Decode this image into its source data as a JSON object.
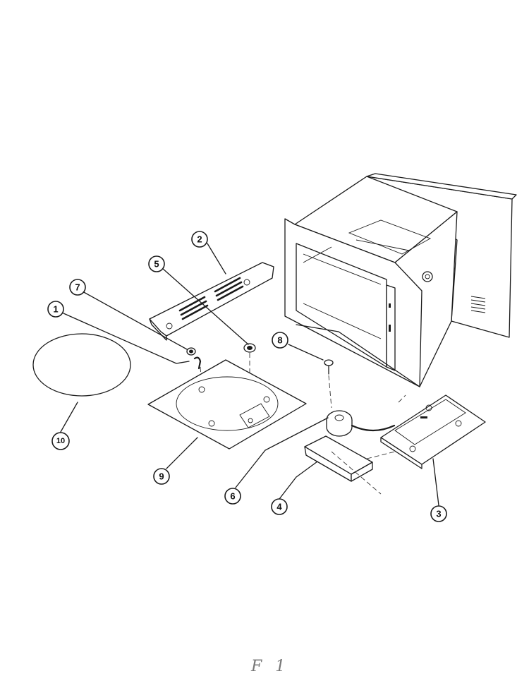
{
  "figure_label": "F 1",
  "callouts": [
    {
      "id": "1",
      "label": "1"
    },
    {
      "id": "2",
      "label": "2"
    },
    {
      "id": "3",
      "label": "3"
    },
    {
      "id": "4",
      "label": "4"
    },
    {
      "id": "5",
      "label": "5"
    },
    {
      "id": "6",
      "label": "6"
    },
    {
      "id": "7",
      "label": "7"
    },
    {
      "id": "8",
      "label": "8"
    },
    {
      "id": "9",
      "label": "9"
    },
    {
      "id": "10",
      "label": "10"
    }
  ]
}
